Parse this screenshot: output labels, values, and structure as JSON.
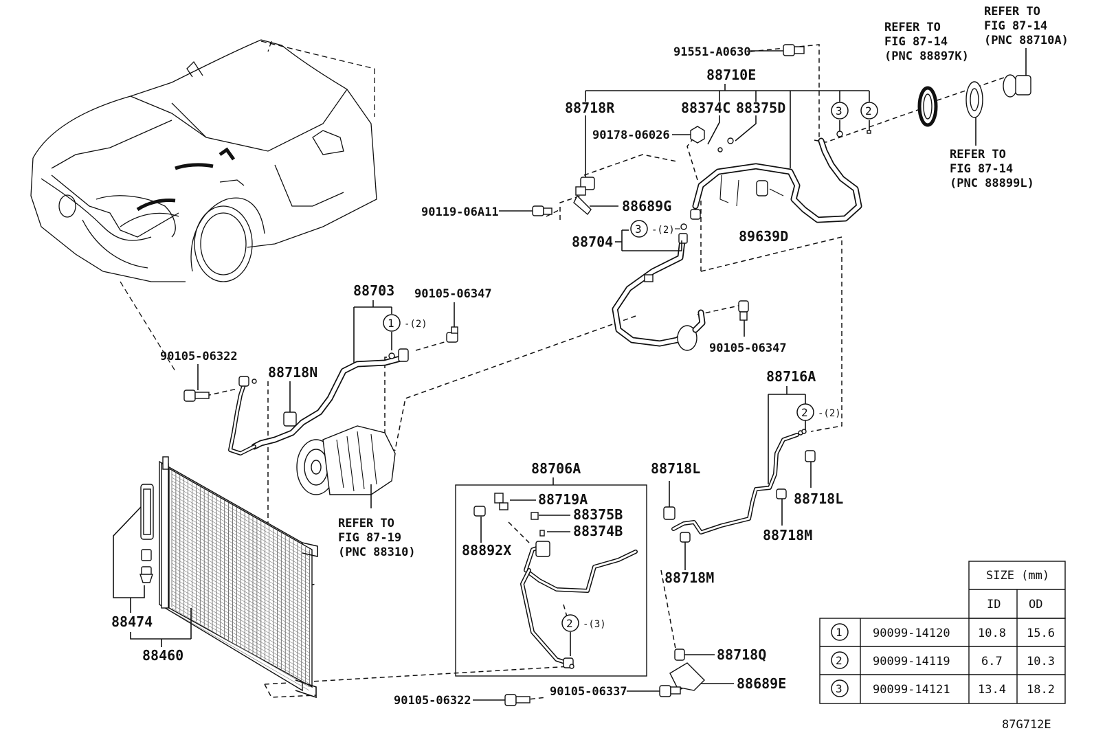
{
  "diagram_code": "87G712E",
  "labels": {
    "p91551": "91551-A0630",
    "p88710E": "88710E",
    "p88718R": "88718R",
    "p88374C": "88374C",
    "p88375D": "88375D",
    "p90178": "90178-06026",
    "p90119": "90119-06A11",
    "p88689G": "88689G",
    "p88704": "88704",
    "p89639D": "89639D",
    "p88703": "88703",
    "p90105_06347_a": "90105-06347",
    "p90105_06347_b": "90105-06347",
    "p90105_06322_a": "90105-06322",
    "p88718N": "88718N",
    "p88716A": "88716A",
    "p88706A": "88706A",
    "p88719A": "88719A",
    "p88375B": "88375B",
    "p88374B": "88374B",
    "p88892X": "88892X",
    "p88718L_a": "88718L",
    "p88718L_b": "88718L",
    "p88718M_a": "88718M",
    "p88718M_b": "88718M",
    "p88474": "88474",
    "p88460": "88460",
    "p88718Q": "88718Q",
    "p88689E": "88689E",
    "p90105_06322_b": "90105-06322",
    "p90105_06337": "90105-06337"
  },
  "circle_refs": {
    "r3_top": "3",
    "r2_top": "2",
    "r3_88704": "3",
    "r3_88704_qty": "-(2)",
    "r1_88703": "1",
    "r1_88703_qty": "-(2)",
    "r2_88716A": "2",
    "r2_88716A_qty": "-(2)",
    "r2_88706A": "2",
    "r2_88706A_qty": "-(3)"
  },
  "refers": {
    "fig_88310": [
      "REFER TO",
      "FIG 87-19",
      "(PNC 88310)"
    ],
    "fig_88897K": [
      "REFER TO",
      "FIG 87-14",
      "(PNC 88897K)"
    ],
    "fig_88710A": [
      "REFER TO",
      "FIG 87-14",
      "(PNC 88710A)"
    ],
    "fig_88899L": [
      "REFER TO",
      "FIG 87-14",
      "(PNC 88899L)"
    ]
  },
  "size_table": {
    "header": "SIZE (mm)",
    "col_id": "ID",
    "col_od": "OD",
    "rows": [
      {
        "ref": "1",
        "part": "90099-14120",
        "id": "10.8",
        "od": "15.6"
      },
      {
        "ref": "2",
        "part": "90099-14119",
        "id": "6.7",
        "od": "10.3"
      },
      {
        "ref": "3",
        "part": "90099-14121",
        "id": "13.4",
        "od": "18.2"
      }
    ]
  }
}
